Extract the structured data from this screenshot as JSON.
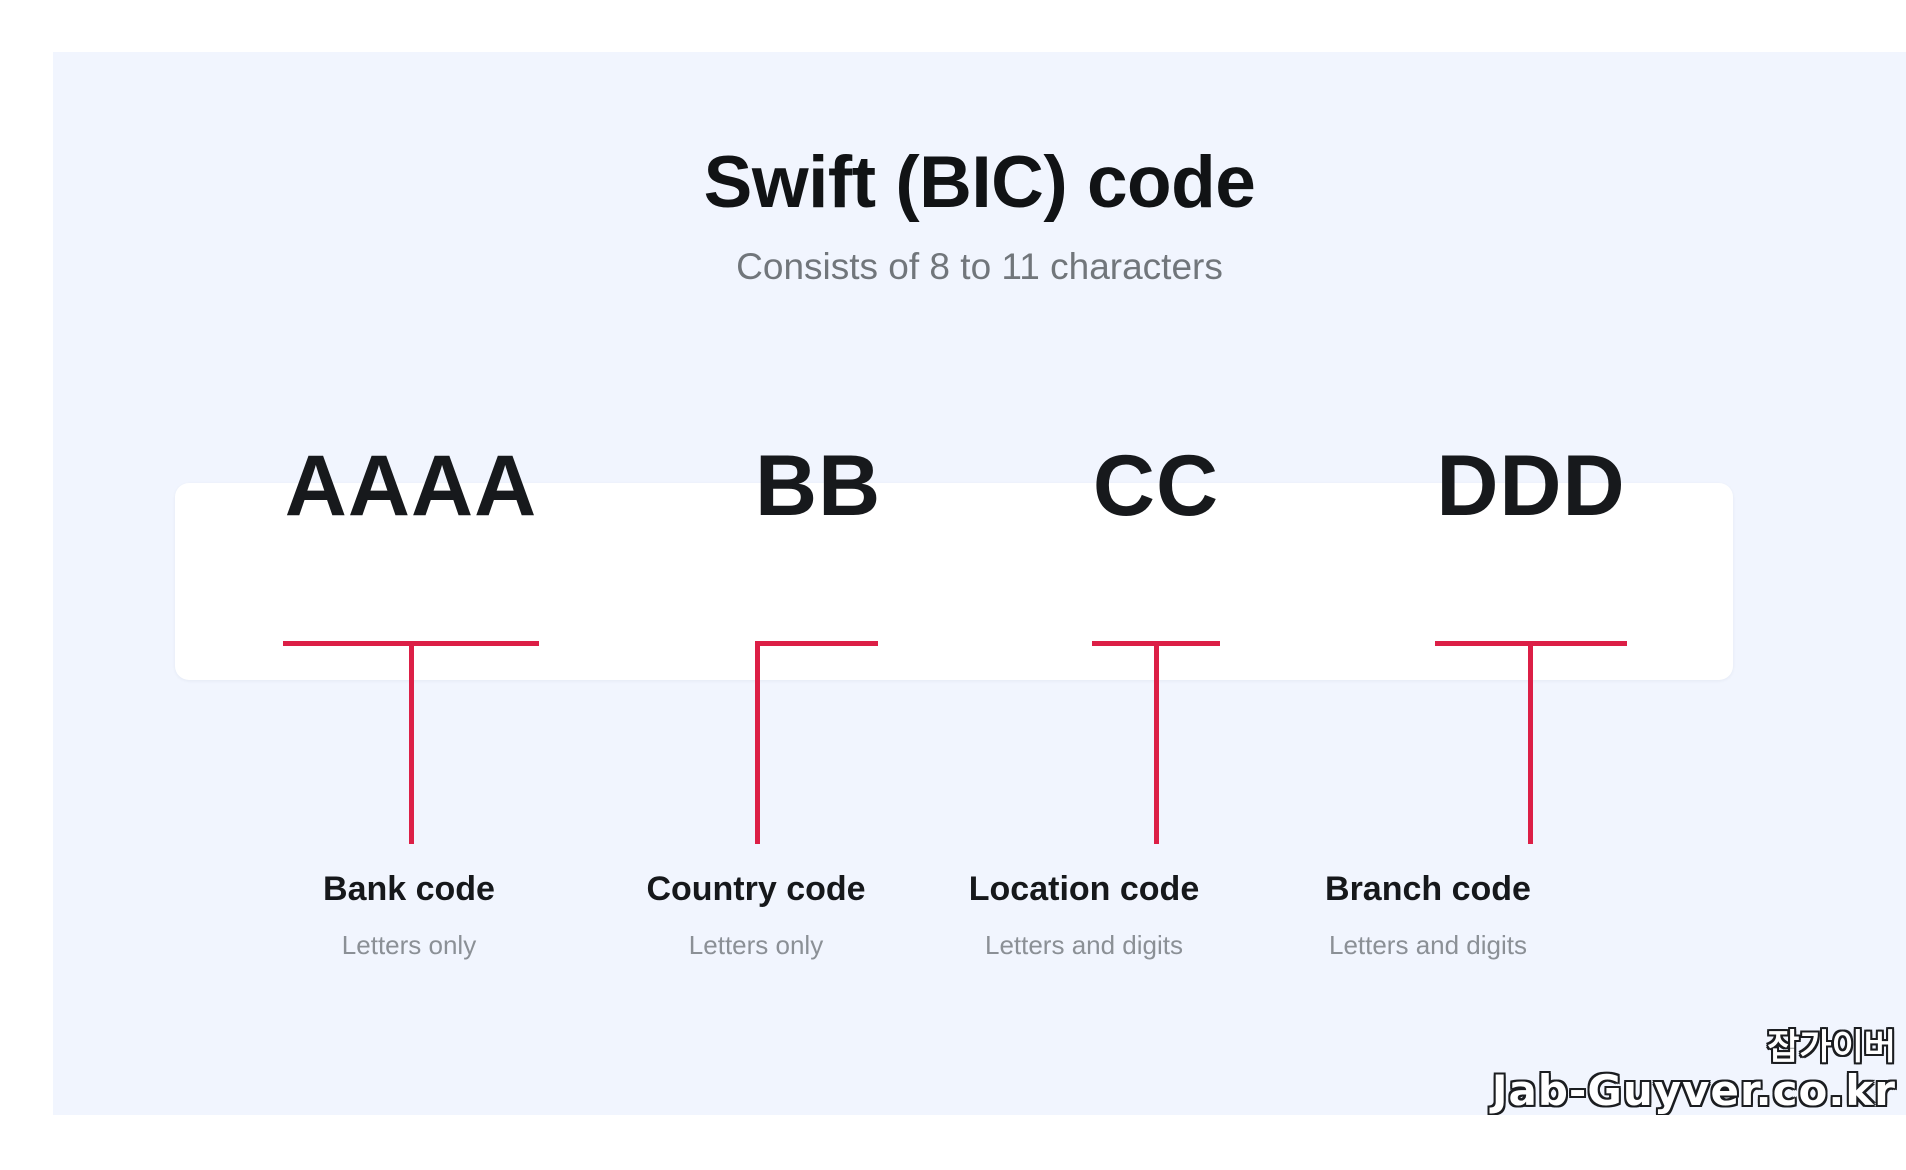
{
  "header": {
    "title": "Swift (BIC) code",
    "subtitle": "Consists of 8 to 11 characters"
  },
  "colors": {
    "page_background": "#ffffff",
    "panel_background": "#f1f5fe",
    "card_background": "#ffffff",
    "accent_red": "#dc1f46",
    "title_text": "#111315",
    "muted_text": "#71767b"
  },
  "segments": [
    {
      "code": "AAAA",
      "label": "Bank code",
      "description": "Letters only",
      "char_count": 4
    },
    {
      "code": "BB",
      "label": "Country code",
      "description": "Letters only",
      "char_count": 2
    },
    {
      "code": "CC",
      "label": "Location code",
      "description": "Letters and digits",
      "char_count": 2
    },
    {
      "code": "DDD",
      "label": "Branch code",
      "description": "Letters and digits",
      "char_count": 3
    }
  ],
  "watermark": {
    "korean": "잡가이버",
    "url": "Jab-Guyver.co.kr"
  }
}
